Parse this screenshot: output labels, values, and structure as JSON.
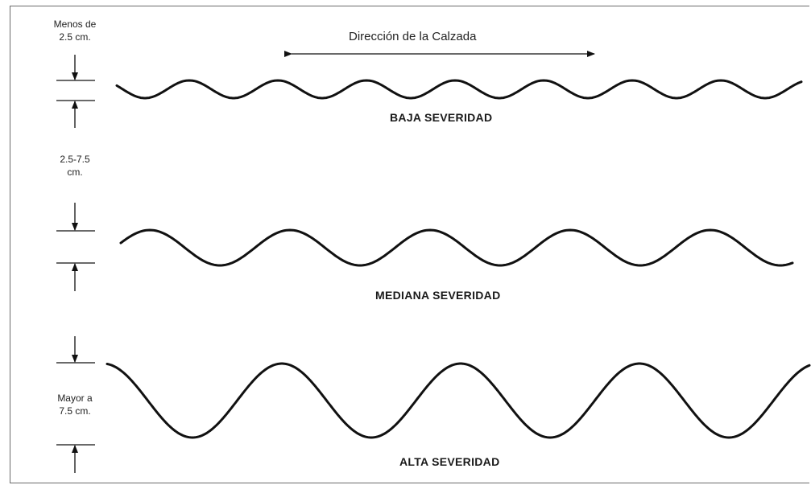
{
  "direction": {
    "label": "Dirección de la Calzada"
  },
  "levels": [
    {
      "id": "low",
      "label": "BAJA SEVERIDAD",
      "depth_label": [
        "Menos de",
        "2.5 cm."
      ]
    },
    {
      "id": "medium",
      "label": "MEDIANA SEVERIDAD",
      "depth_label": [
        "2.5-7.5",
        "cm."
      ]
    },
    {
      "id": "high",
      "label": "ALTA SEVERIDAD",
      "depth_label": [
        "Mayor a",
        "7.5 cm."
      ]
    }
  ]
}
